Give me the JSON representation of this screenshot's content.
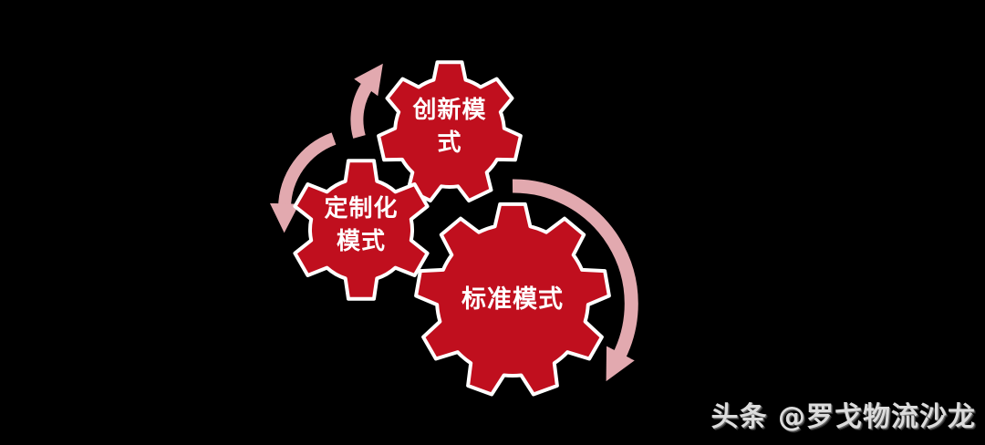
{
  "colors": {
    "background": "#000000",
    "gear_red": "#C00F1E",
    "gear_outline": "#FFFFFF",
    "arrow_pink": "#E2A9AF",
    "label_text": "#FFFFFF",
    "watermark_text": "#DCDCDC"
  },
  "gears": {
    "innovation": {
      "label": "创新模式",
      "lines": [
        "创新模",
        "式"
      ]
    },
    "customized": {
      "label": "定制化模式",
      "lines": [
        "定制化",
        "模式"
      ]
    },
    "standard": {
      "label": "标准模式",
      "lines": [
        "标准模式"
      ]
    }
  },
  "watermark": {
    "text": "头条 @罗戈物流沙龙"
  }
}
